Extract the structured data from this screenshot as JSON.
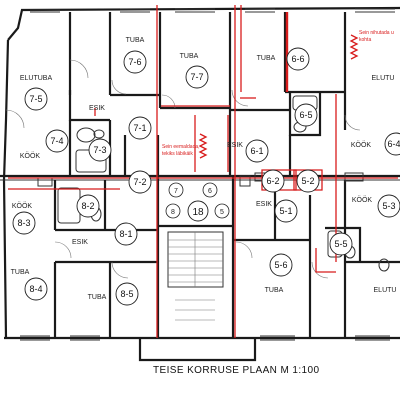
{
  "rooms": {
    "r_7_6": "7-6",
    "r_7_7": "7-7",
    "r_6_6": "6-6",
    "r_7_5": "7-5",
    "r_7_1": "7-1",
    "r_6_5": "6-5",
    "r_7_4": "7-4",
    "r_7_3": "7-3",
    "r_6_1": "6-1",
    "r_6_4": "6-4",
    "r_7_2": "7-2",
    "r_6_2": "6-2",
    "r_5_2": "5-2",
    "r_8_2": "8-2",
    "r_5_1": "5-1",
    "r_8_3": "8-3",
    "r_5_3": "5-3",
    "r_8_1": "8-1",
    "r_5_5": "5-5",
    "r_8_4": "8-4",
    "r_8_5": "8-5",
    "r_5_6": "5-6",
    "r_7": "7",
    "r_6": "6",
    "r_8": "8",
    "r_18": "18",
    "r_5": "5"
  },
  "labels": {
    "elutuba": "ELUTUBA",
    "tuba": "TUBA",
    "esik": "ESIK",
    "kook": "KÖÖK",
    "elutu": "ELUTU"
  },
  "annotations": {
    "remove_line1": "Sein eemaldada,",
    "remove_line2": "tekiks läbikäik",
    "move_line1": "Sein nihutada u",
    "move_line2": "kohta"
  },
  "title": "TEISE KORRUSE PLAAN  M 1:100",
  "colors": {
    "walls": "#1a1a1a",
    "annotation_red": "#d81c1c",
    "background": "#ffffff"
  }
}
